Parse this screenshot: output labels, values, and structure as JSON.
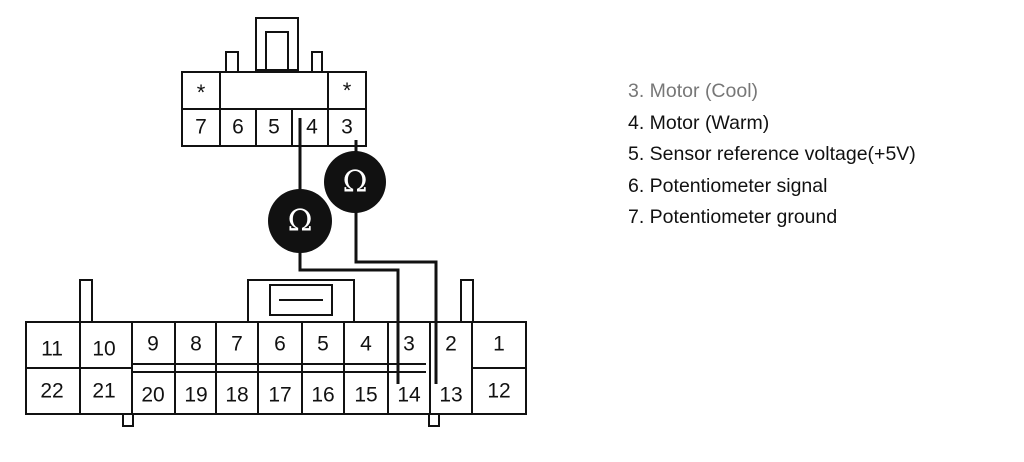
{
  "top_connector": {
    "pins": [
      "7",
      "6",
      "5",
      "4",
      "3"
    ],
    "marker": "*"
  },
  "bottom_connector": {
    "top_row": [
      "11",
      "10",
      "9",
      "8",
      "7",
      "6",
      "5",
      "4",
      "3",
      "2",
      "1"
    ],
    "bottom_row": [
      "22",
      "21",
      "20",
      "19",
      "18",
      "17",
      "16",
      "15",
      "14",
      "13",
      "12"
    ]
  },
  "meters": [
    {
      "symbol": "Ω",
      "icon": "ohmmeter-icon"
    },
    {
      "symbol": "Ω",
      "icon": "ohmmeter-icon"
    }
  ],
  "legend": [
    "3. Motor (Cool)",
    "4. Motor (Warm)",
    "5. Sensor reference voltage(+5V)",
    "6. Potentiometer signal",
    "7. Potentiometer ground"
  ],
  "colors": {
    "line": "#111111",
    "meter_fill": "#111111",
    "background": "#ffffff"
  }
}
